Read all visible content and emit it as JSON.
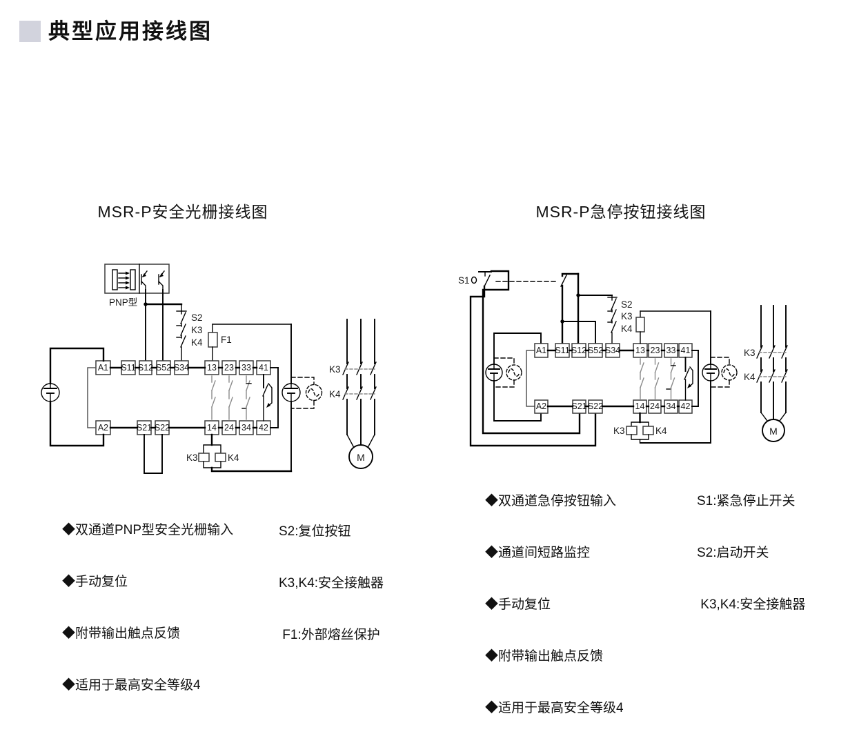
{
  "header": {
    "title": "典型应用接线图"
  },
  "left": {
    "title": "MSR-P安全光栅接线图",
    "sensor_type": "PNP型",
    "terminals_top": [
      "A1",
      "S11",
      "S12",
      "S52",
      "S34",
      "13",
      "23",
      "33",
      "41"
    ],
    "terminals_bottom": [
      "A2",
      "S21",
      "S22",
      "14",
      "24",
      "34",
      "42"
    ],
    "reset_chain": {
      "s2": "S2",
      "k3": "K3",
      "k4": "K4"
    },
    "fuse": "F1",
    "coils": {
      "k3": "K3",
      "k4": "K4"
    },
    "contactors": {
      "k3": "K3",
      "k4": "K4"
    },
    "motor": "M",
    "bullets": [
      "◆双通道PNP型安全光栅输入",
      "◆手动复位",
      "◆附带输出触点反馈",
      "◆适用于最高安全等级4"
    ],
    "legend": [
      "S2:复位按钮",
      "K3,K4:安全接触器",
      " F1:外部熔丝保护"
    ]
  },
  "right": {
    "title": "MSR-P急停按钮接线图",
    "estop": "S1",
    "terminals_top": [
      "A1",
      "S11",
      "S12",
      "S52",
      "S34",
      "13",
      "23",
      "33",
      "41"
    ],
    "terminals_bottom": [
      "A2",
      "S21",
      "S22",
      "14",
      "24",
      "34",
      "42"
    ],
    "reset_chain": {
      "s2": "S2",
      "k3": "K3",
      "k4": "K4"
    },
    "coils": {
      "k3": "K3",
      "k4": "K4"
    },
    "contactors": {
      "k3": "K3",
      "k4": "K4"
    },
    "motor": "M",
    "bullets": [
      "◆双通道急停按钮输入",
      "◆通道间短路监控",
      "◆手动复位",
      "◆附带输出触点反馈",
      "◆适用于最高安全等级4"
    ],
    "legend": [
      "S1:紧急停止开关",
      "S2:启动开关",
      " K3,K4:安全接触器"
    ]
  }
}
